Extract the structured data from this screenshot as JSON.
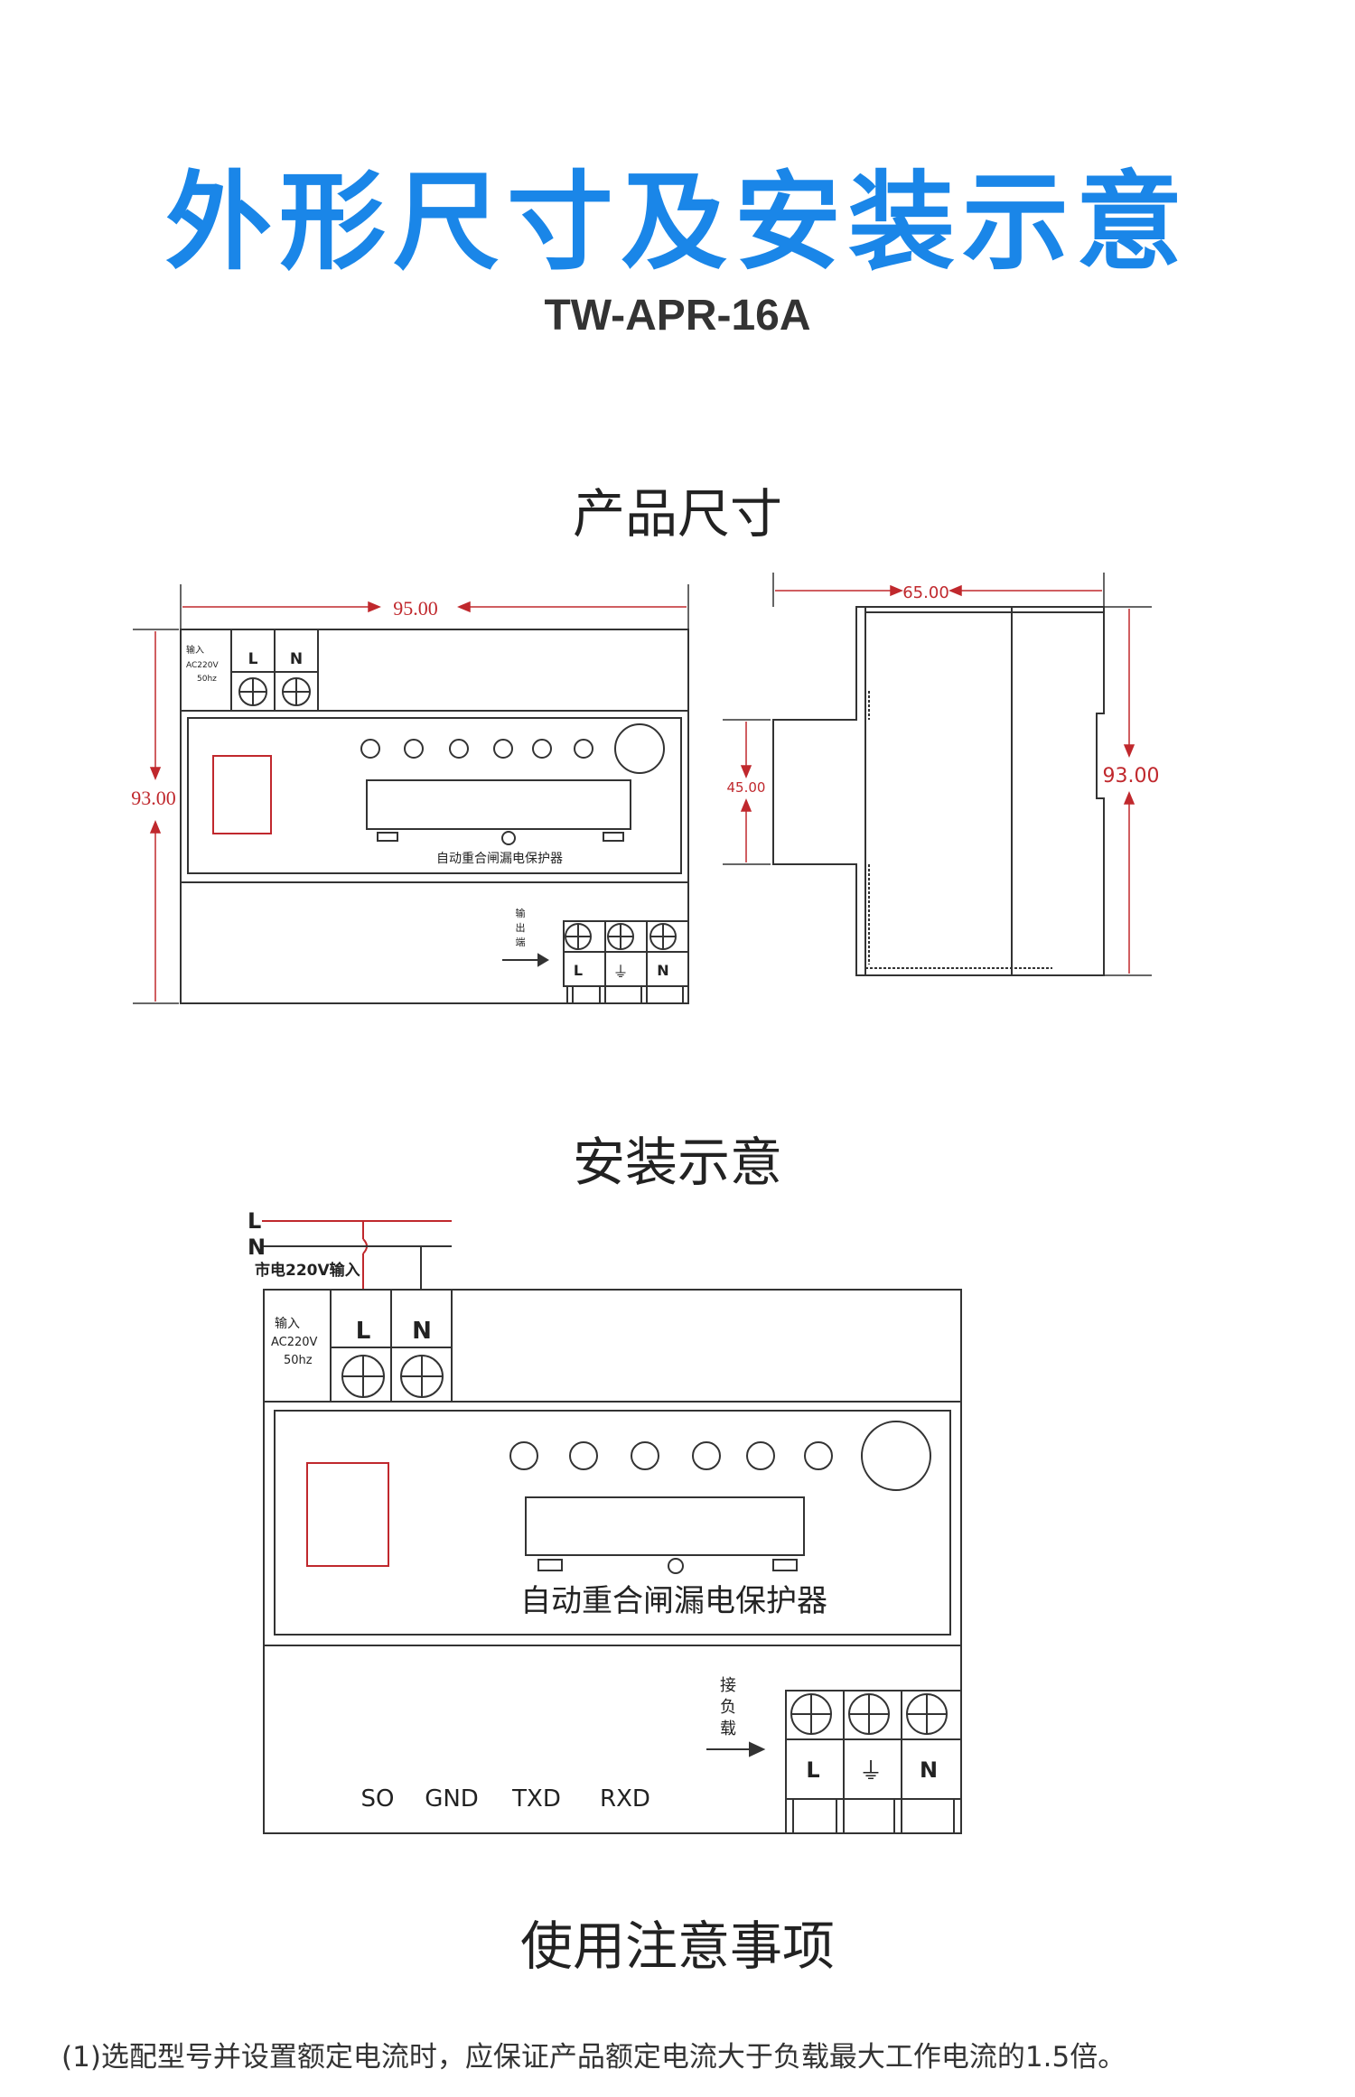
{
  "header": {
    "title": "外形尺寸及安装示意",
    "model": "TW-APR-16A"
  },
  "sections": {
    "dimensions": "产品尺寸",
    "installation": "安装示意",
    "notes": "使用注意事项"
  },
  "front_view": {
    "width_dim": "95.00",
    "height_dim": "93.00",
    "input_label_1": "输入",
    "input_label_2": "AC220V",
    "input_label_3": "50hz",
    "terminal_L": "L",
    "terminal_N": "N",
    "device_name": "自动重合闸漏电保护器",
    "output_label_1": "输",
    "output_label_2": "出",
    "output_label_3": "端",
    "out_L": "L",
    "out_ground": "⏚",
    "out_N": "N"
  },
  "side_view": {
    "depth_dim": "65.00",
    "rail_dim": "45.00",
    "height_dim": "93.00"
  },
  "install_view": {
    "line_L": "L",
    "line_N": "N",
    "mains_label": "市电220V输入",
    "input_label_1": "输入",
    "input_label_2": "AC220V",
    "input_label_3": "50hz",
    "terminal_L": "L",
    "terminal_N": "N",
    "device_name": "自动重合闸漏电保护器",
    "load_label_1": "接",
    "load_label_2": "负",
    "load_label_3": "载",
    "out_L": "L",
    "out_ground": "⏚",
    "out_N": "N",
    "port_so": "SO",
    "port_gnd": "GND",
    "port_txd": "TXD",
    "port_rxd": "RXD"
  },
  "notes": [
    "(1)选配型号并设置额定电流时，应保证产品额定电流大于负载最大工作电流的1.5倍。"
  ],
  "colors": {
    "title_blue": "#1a86e8",
    "dimension_red": "#c0282d",
    "drawing_line": "#333333"
  }
}
